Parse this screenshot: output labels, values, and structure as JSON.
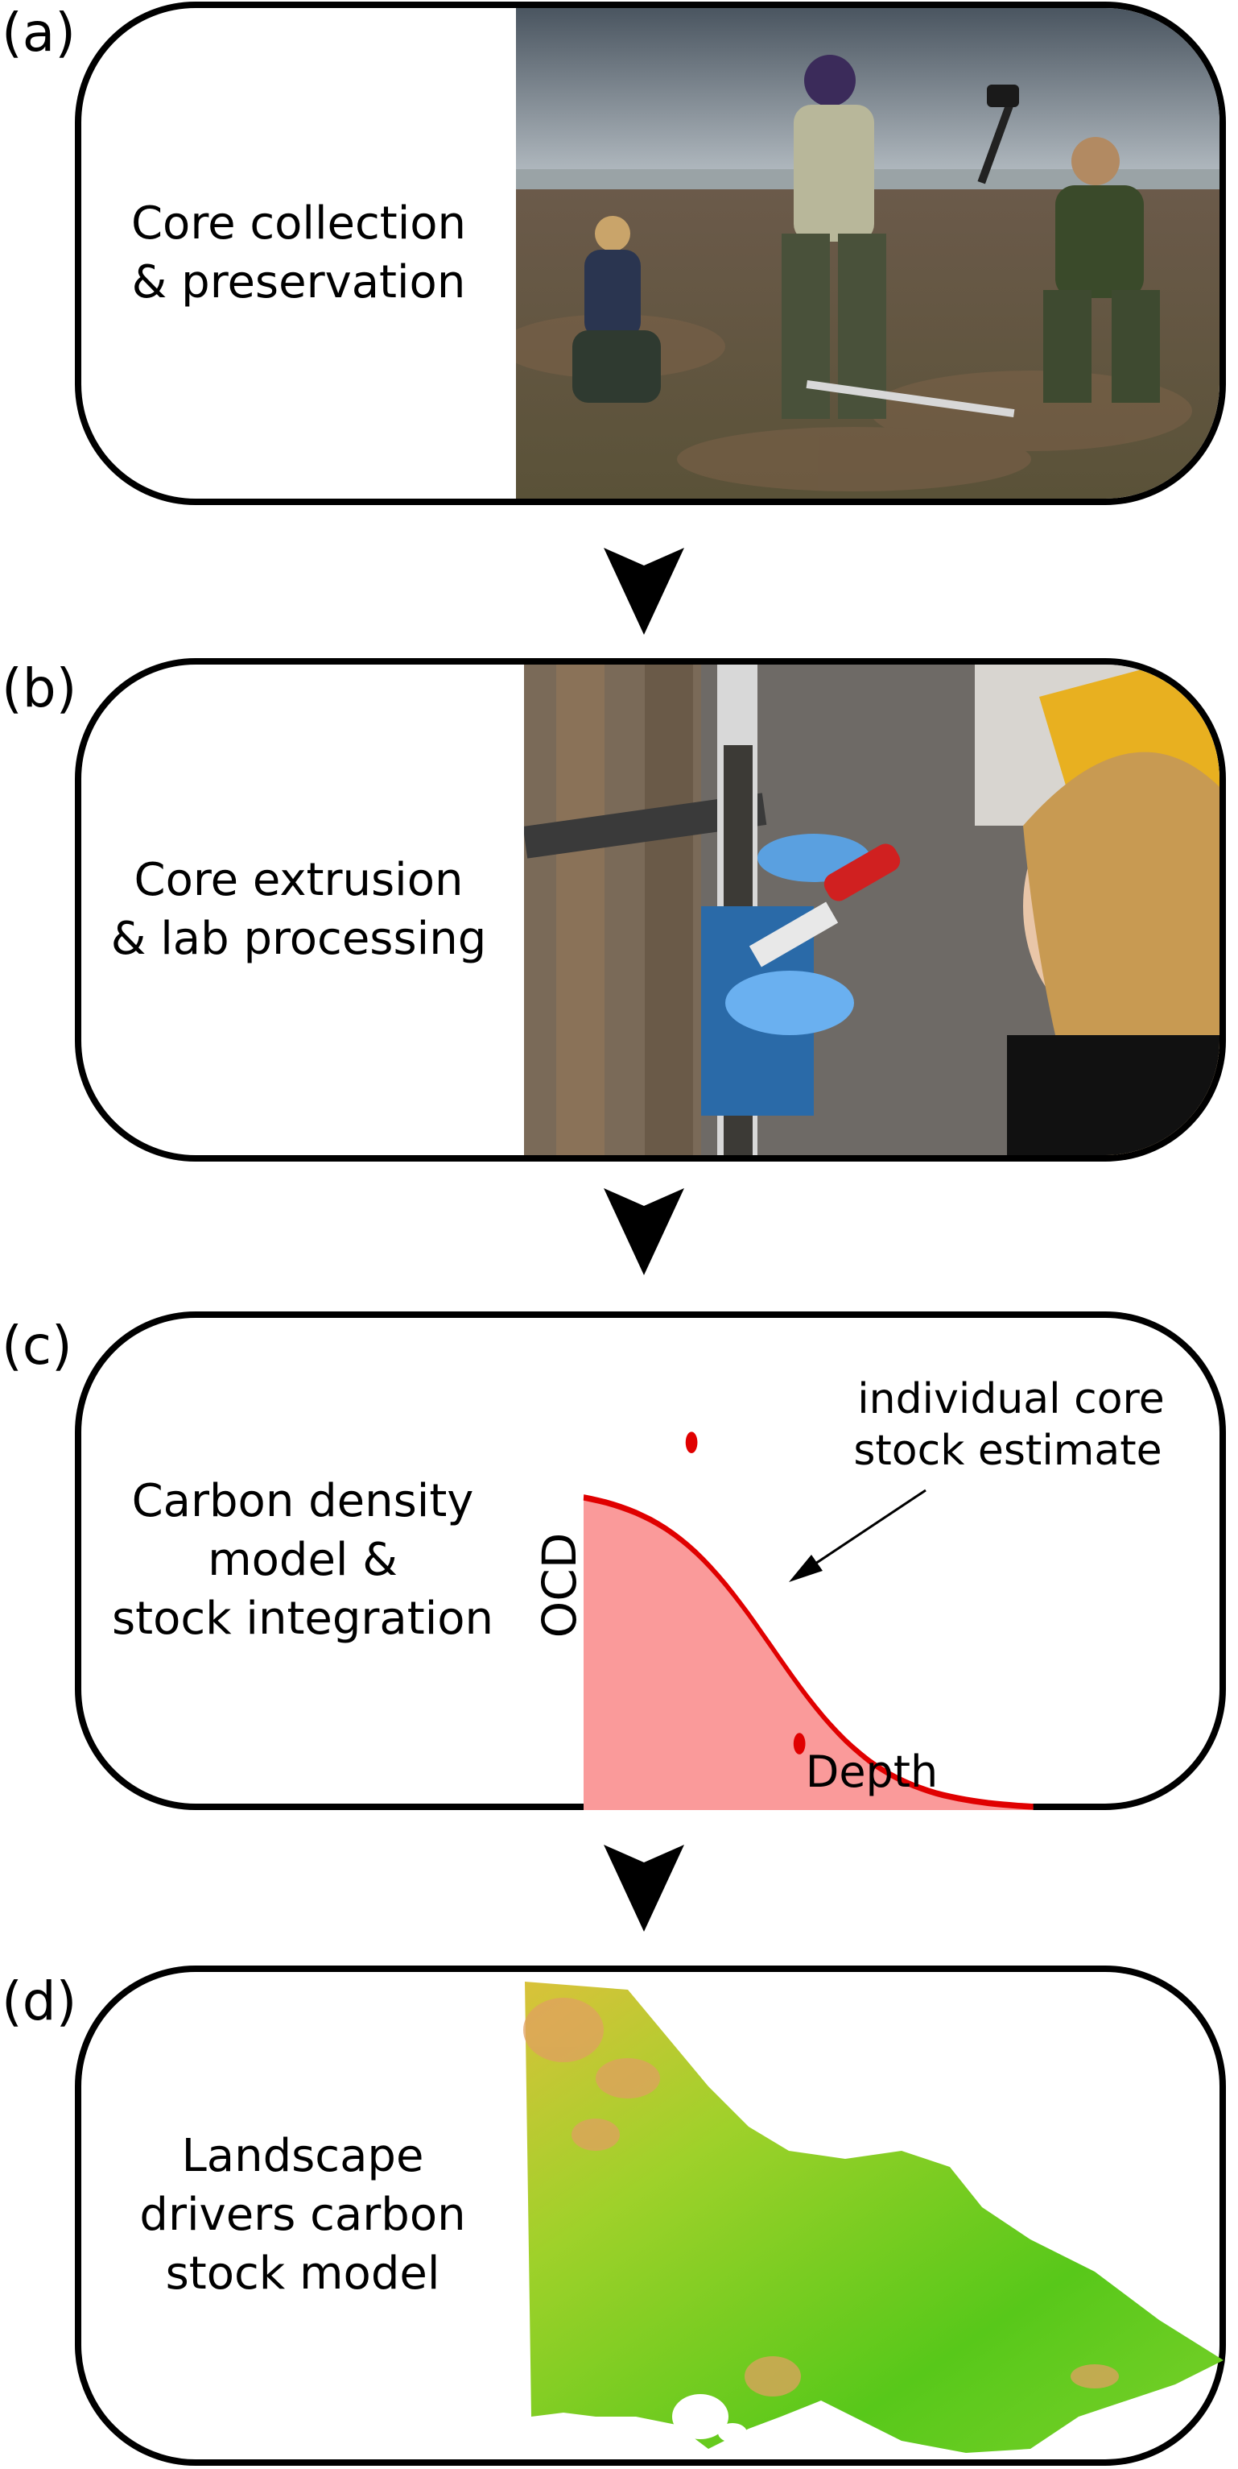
{
  "panels": [
    {
      "label": "(a)",
      "lines": [
        "Core collection",
        "& preservation"
      ],
      "image": "field-coring-photo"
    },
    {
      "label": "(b)",
      "lines": [
        "Core extrusion",
        "& lab processing"
      ],
      "image": "lab-extrusion-photo"
    },
    {
      "label": "(c)",
      "lines": [
        "Carbon density",
        "model &",
        "stock integration"
      ]
    },
    {
      "label": "(d)",
      "lines": [
        "Landscape",
        "drivers carbon",
        "stock model"
      ],
      "image": "carbon-map"
    }
  ],
  "chart_data": {
    "type": "area",
    "xlabel": "Depth",
    "ylabel": "OCD",
    "annotation": [
      "individual core",
      "stock estimate"
    ],
    "curve_color": "#e00000",
    "fill_color": "#fa9a9a",
    "points_color": "#e00000"
  },
  "colors": {
    "border": "#000000",
    "arrow": "#000000"
  }
}
